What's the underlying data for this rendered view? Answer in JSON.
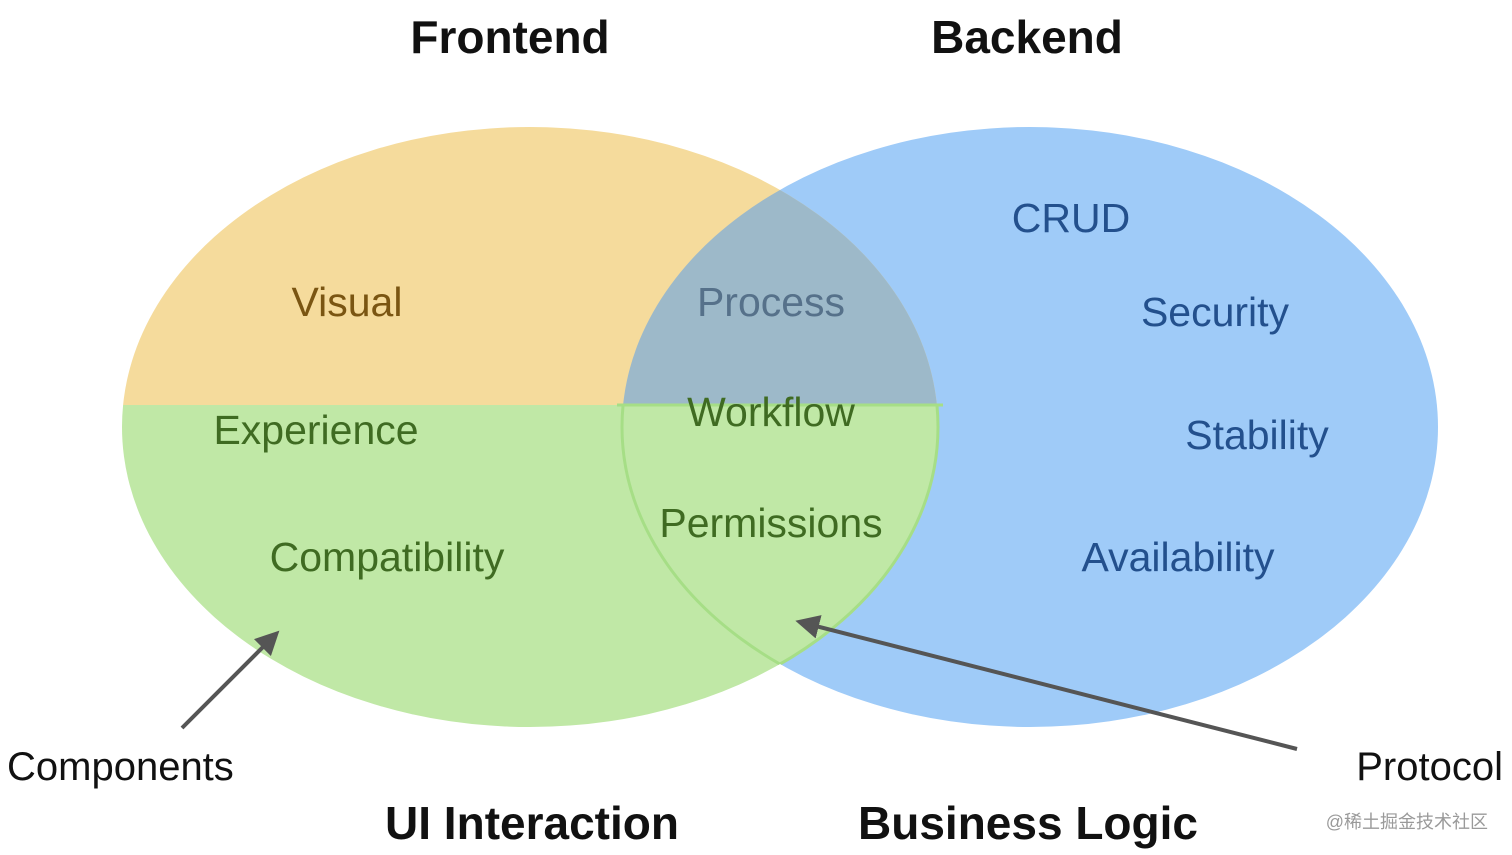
{
  "headings": {
    "frontend": "Frontend",
    "backend": "Backend",
    "ui_interaction": "UI Interaction",
    "business_logic": "Business Logic"
  },
  "frontend_top": {
    "visual": "Visual"
  },
  "frontend_bottom": {
    "experience": "Experience",
    "compatibility": "Compatibility"
  },
  "overlap": {
    "process": "Process",
    "workflow": "Workflow",
    "permissions": "Permissions"
  },
  "backend_items": {
    "crud": "CRUD",
    "security": "Security",
    "stability": "Stability",
    "availability": "Availability"
  },
  "callouts": {
    "components": "Components",
    "protocol": "Protocol"
  },
  "watermark": "@稀土掘金技术社区",
  "colors": {
    "frontend_fill": "#F5DB9C",
    "backend_fill": "#9FCBF8",
    "interaction_fill": "#C0E8A6",
    "overlap_top_fill": "#9DB9C9",
    "interaction_stroke": "#A6DE86",
    "frontend_text": "#7A5512",
    "backend_text": "#23508D",
    "overlap_text": "#56718A",
    "interaction_text": "#3F6B22",
    "arrow": "#555555"
  }
}
